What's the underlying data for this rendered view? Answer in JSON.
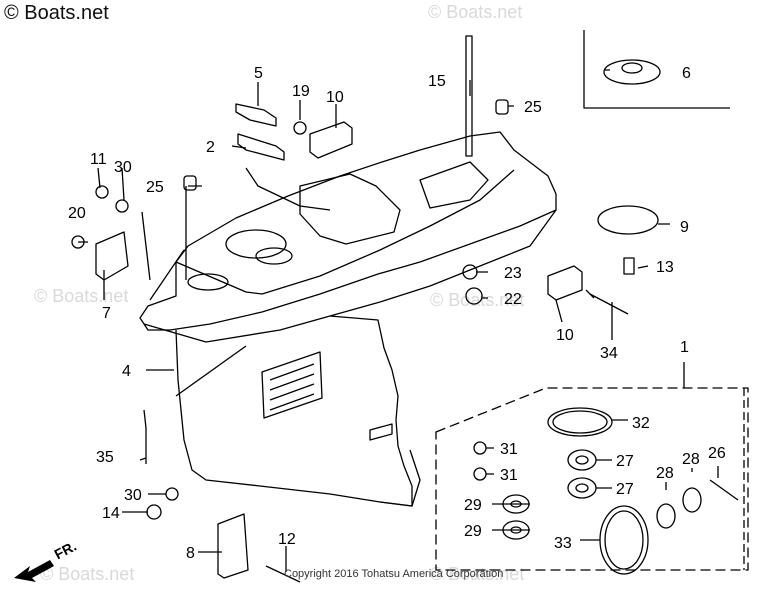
{
  "watermark": {
    "main": "© Boats.net",
    "faint": "© Boats.net"
  },
  "copyright": "Copyright 2016 Tohatsu America Corporation",
  "direction_label": "FR.",
  "callouts": {
    "c1": "1",
    "c2": "2",
    "c4": "4",
    "c5": "5",
    "c6": "6",
    "c7": "7",
    "c8": "8",
    "c9": "9",
    "c10a": "10",
    "c10b": "10",
    "c11": "11",
    "c12": "12",
    "c13": "13",
    "c14": "14",
    "c15": "15",
    "c19": "19",
    "c20": "20",
    "c22": "22",
    "c23": "23",
    "c25a": "25",
    "c25b": "25",
    "c26": "26",
    "c27a": "27",
    "c27b": "27",
    "c28a": "28",
    "c28b": "28",
    "c29a": "29",
    "c29b": "29",
    "c30a": "30",
    "c30b": "30",
    "c31a": "31",
    "c31b": "31",
    "c32": "32",
    "c33": "33",
    "c34": "34",
    "c35": "35"
  }
}
